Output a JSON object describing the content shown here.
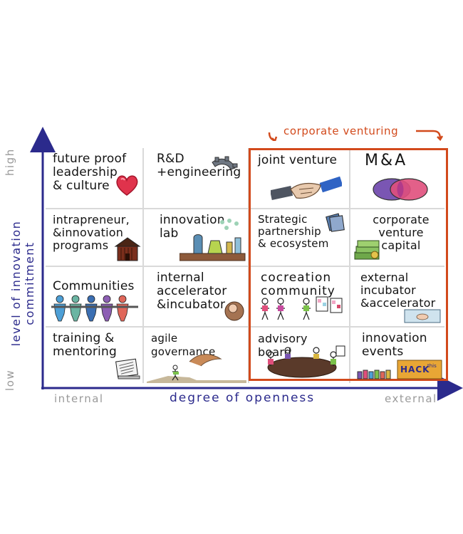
{
  "corporate_venturing": {
    "label": "corporate venturing",
    "color": "#d24a1c"
  },
  "axes": {
    "x": {
      "label": "degree of openness",
      "low": "internal",
      "high": "external",
      "color": "#2b2a8c"
    },
    "y": {
      "label": "level of innovation commitment",
      "low": "low",
      "high": "high",
      "color": "#2b2a8c"
    }
  },
  "grid": {
    "rows": [
      [
        "future proof\nleadership\n& culture",
        "R&D\n+engineering",
        "joint venture",
        "M&A"
      ],
      [
        "intrapreneur,\n&innovation\nprograms",
        "innovation\nlab",
        "Strategic\npartnership\n& ecosystem",
        "corporate\nventure\ncapital"
      ],
      [
        "Communities",
        "internal\naccelerator\n&incubator",
        "cocreation\ncommunity",
        "external\nincubator\n&accelerator"
      ],
      [
        "training &\nmentoring",
        "agile governance",
        "advisory board",
        "innovation\nevents"
      ]
    ]
  },
  "illustration_text": {
    "hack": "HACK",
    "this": "this"
  },
  "icons": [
    "heart-icon",
    "gear-icon",
    "handshake-icon",
    "venn-diagram-icon",
    "barn-icon",
    "lab-equipment-icon",
    "documents-icon",
    "money-stack-icon",
    "people-chain-icon",
    "baby-icon",
    "stick-figures-icon",
    "incubator-box-icon",
    "books-icon",
    "jumping-figure-icon",
    "meeting-table-icon",
    "hack-container-icon"
  ]
}
